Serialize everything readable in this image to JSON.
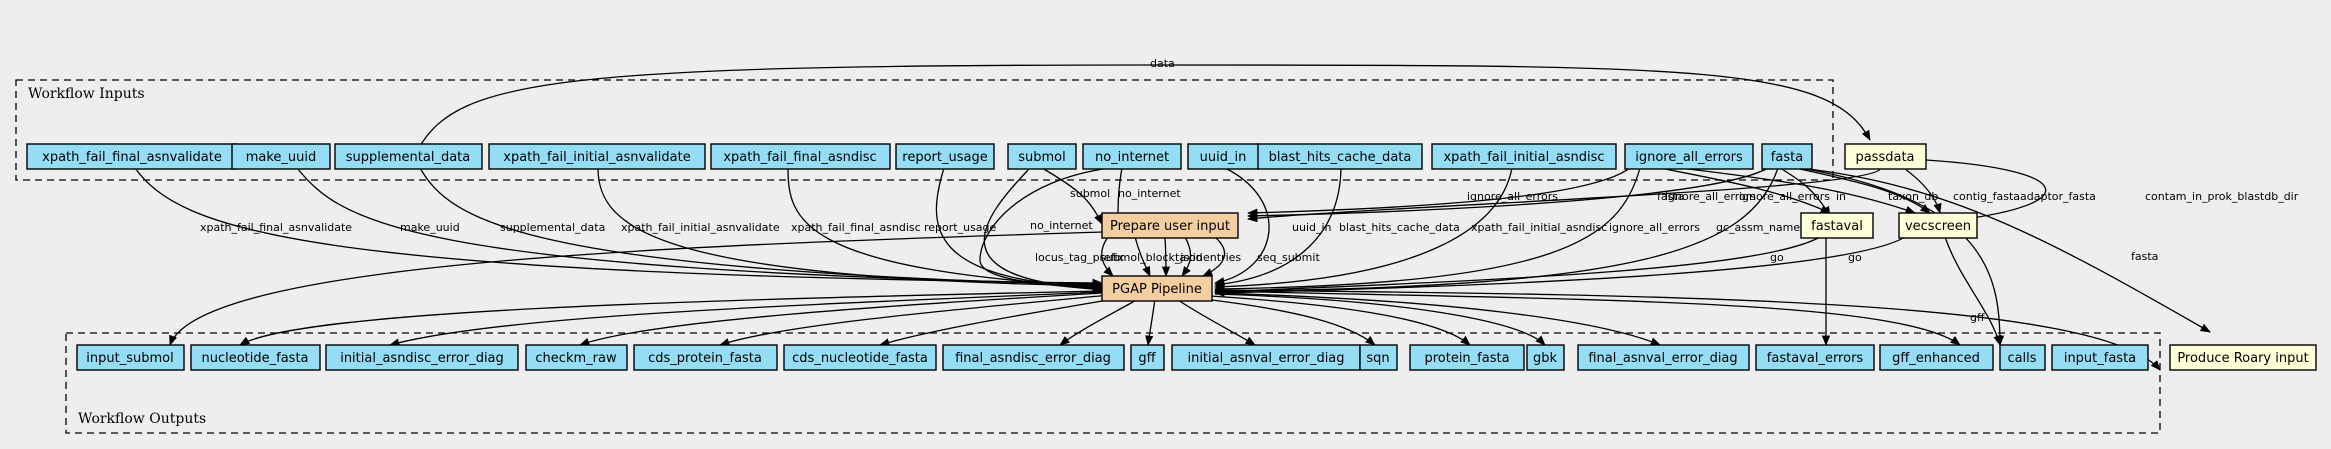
{
  "clusters": {
    "inputs": {
      "label": "Workflow Inputs"
    },
    "outputs": {
      "label": "Workflow Outputs"
    }
  },
  "colors": {
    "input_node": "#94ddf4",
    "step_node": "#f3cea1",
    "tool_node": "#ffffd8",
    "output_node": "#94ddf4",
    "background": "#eeeeee"
  },
  "nodes": {
    "xpath_fail_final_asnvalidate": "xpath_fail_final_asnvalidate",
    "make_uuid": "make_uuid",
    "supplemental_data": "supplemental_data",
    "xpath_fail_initial_asnvalidate": "xpath_fail_initial_asnvalidate",
    "xpath_fail_final_asndisc": "xpath_fail_final_asndisc",
    "report_usage": "report_usage",
    "submol": "submol",
    "no_internet": "no_internet",
    "uuid_in": "uuid_in",
    "blast_hits_cache_data": "blast_hits_cache_data",
    "xpath_fail_initial_asndisc": "xpath_fail_initial_asndisc",
    "ignore_all_errors": "ignore_all_errors",
    "fasta": "fasta",
    "passdata": "passdata",
    "prepare_user_input": "Prepare user input",
    "fastaval": "fastaval",
    "vecscreen": "vecscreen",
    "pgap_pipeline": "PGAP Pipeline",
    "produce_roary_input": "Produce Roary input",
    "out_input_submol": "input_submol",
    "out_nucleotide_fasta": "nucleotide_fasta",
    "out_initial_asndisc_error_diag": "initial_asndisc_error_diag",
    "out_checkm_raw": "checkm_raw",
    "out_cds_protein_fasta": "cds_protein_fasta",
    "out_cds_nucleotide_fasta": "cds_nucleotide_fasta",
    "out_final_asndisc_error_diag": "final_asndisc_error_diag",
    "out_gff": "gff",
    "out_initial_asnval_error_diag": "initial_asnval_error_diag",
    "out_sqn": "sqn",
    "out_protein_fasta": "protein_fasta",
    "out_gbk": "gbk",
    "out_final_asnval_error_diag": "final_asnval_error_diag",
    "out_fastaval_errors": "fastaval_errors",
    "out_gff_enhanced": "gff_enhanced",
    "out_calls": "calls",
    "out_input_fasta": "input_fasta"
  },
  "edge_labels": {
    "data": "data",
    "xpath_fail_final_asnvalidate": "xpath_fail_final_asnvalidate",
    "make_uuid": "make_uuid",
    "supplemental_data": "supplemental_data",
    "xpath_fail_initial_asnvalidate": "xpath_fail_initial_asnvalidate",
    "xpath_fail_final_asndisc": "xpath_fail_final_asndisc",
    "report_usage": "report_usage",
    "submol": "submol",
    "no_internet_prep": "no_internet",
    "no_internet_pgap": "no_internet",
    "uuid_in": "uuid_in",
    "blast_hits_cache_data": "blast_hits_cache_data",
    "xpath_fail_initial_asndisc": "xpath_fail_initial_asndisc",
    "ignore_prep": "ignore_all_errors",
    "ignore_pgap": "ignore_all_errors",
    "ignore_fastaval": "ignore_all_errors",
    "ignore_vecscreen": "ignore_all_errors",
    "fasta_prep": "fasta",
    "fasta_fastaval": "in",
    "taxon_db": "taxon_db",
    "contig_fasta": "contig_fasta",
    "adaptor_fasta": "adaptor_fasta",
    "contam": "contam_in_prok_blastdb_dir",
    "fasta_roary": "fasta",
    "gc_assm_name": "gc_assm_name",
    "locus_tag_prefix": "locus_tag_prefix",
    "submol_block_json": "submol_block_json",
    "taxid": "taxid",
    "entries": "entries",
    "seq_submit": "seq_submit",
    "go_fastaval": "go",
    "go_vecscreen": "go",
    "gff": "gff"
  }
}
